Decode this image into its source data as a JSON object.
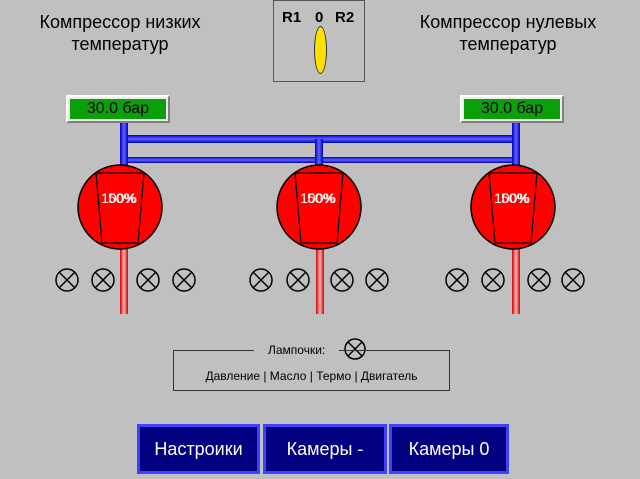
{
  "titles": {
    "left": "Компрессор низких\nтемператур",
    "right": "Компрессор нулевых\nтемператур"
  },
  "mode_switch": {
    "label_r1": "R1",
    "label_0": "0",
    "label_r2": "R2",
    "position": "0"
  },
  "pressure": {
    "left": "30.0  бар",
    "right": "30.0  бар"
  },
  "compressors": [
    {
      "id": "c1",
      "label": "100%",
      "label_overlay": "50%"
    },
    {
      "id": "c2",
      "label": "100%",
      "label_overlay": "50%"
    },
    {
      "id": "c3",
      "label": "100%",
      "label_overlay": "50%"
    }
  ],
  "indicators_per_compressor": 4,
  "legend": {
    "title": "Лампочки:",
    "text": "Давление | Масло | Термо | Двигатель"
  },
  "nav": {
    "settings": "Настроики",
    "cameras_minus": "Камеры -",
    "cameras_zero": "Камеры 0"
  },
  "colors": {
    "background": "#c0c0c0",
    "pipe_blue": "#1a1aff",
    "pipe_red": "#ff2020",
    "compressor": "#ff0000",
    "gauge_green": "#0aa00a",
    "button_navy": "#000080",
    "switch_yellow": "#ffe000"
  }
}
